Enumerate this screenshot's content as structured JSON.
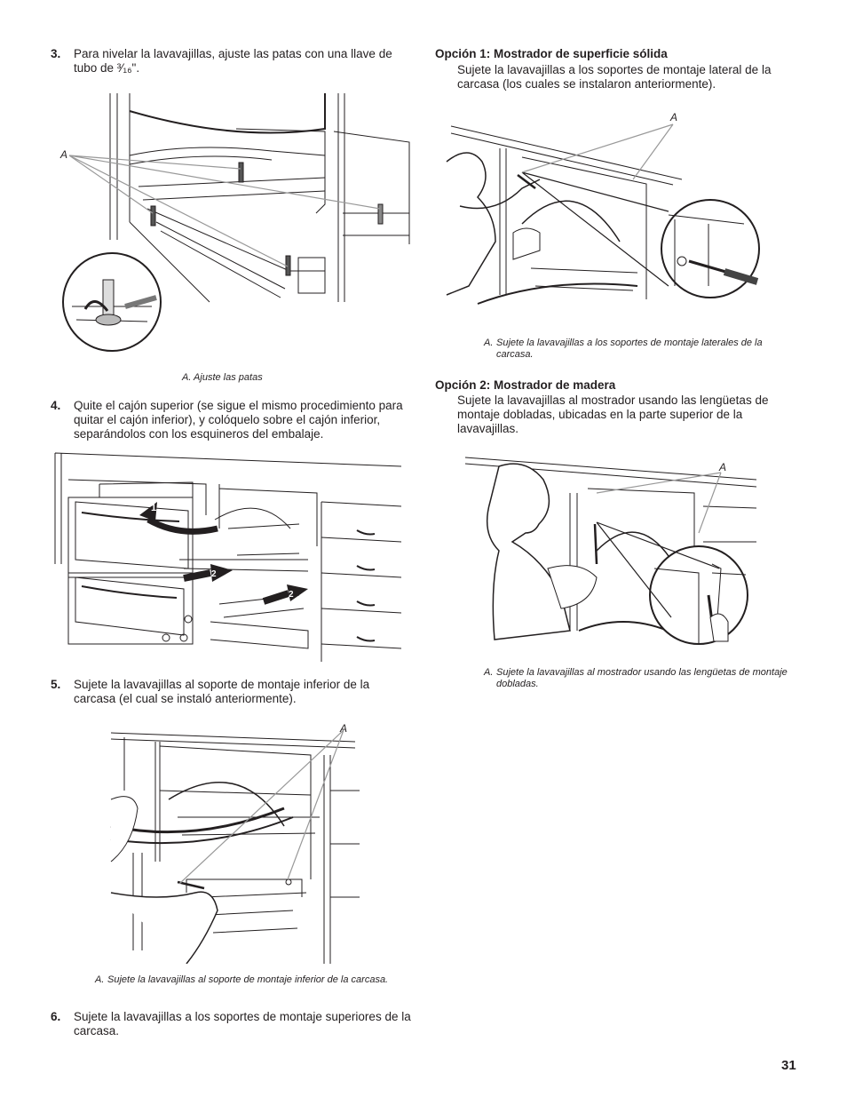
{
  "left": {
    "step3": {
      "num": "3.",
      "text": "Para nivelar la lavavajillas, ajuste las patas con una llave de tubo de ³⁄₁₆\"."
    },
    "fig1": {
      "label": "A",
      "caption": "A. Ajuste las patas"
    },
    "step4": {
      "num": "4.",
      "text": "Quite el cajón superior (se sigue el mismo procedimiento para quitar el cajón inferior), y colóquelo sobre el cajón inferior, separándolos con los esquineros del embalaje."
    },
    "fig2": {
      "arrow1": "1",
      "arrow2a": "2",
      "arrow2b": "2"
    },
    "step5": {
      "num": "5.",
      "text": "Sujete la lavavajillas al soporte de montaje inferior de la carcasa (el cual se instaló anteriormente)."
    },
    "fig3": {
      "label": "A",
      "caption_letter": "A.",
      "caption": "Sujete la lavavajillas al soporte de montaje inferior de la carcasa."
    },
    "step6": {
      "num": "6.",
      "text": "Sujete la lavavajillas a los soportes de montaje superiores de la carcasa."
    }
  },
  "right": {
    "option1": {
      "heading": "Opción 1: Mostrador de superficie sólida",
      "text": "Sujete la lavavajillas a los soportes de montaje lateral de la carcasa (los cuales se instalaron anteriormente).",
      "label": "A",
      "caption_letter": "A.",
      "caption": "Sujete la lavavajillas a los soportes de montaje laterales de la carcasa."
    },
    "option2": {
      "heading": "Opción 2: Mostrador de madera",
      "text": "Sujete la lavavajillas al mostrador usando las lengüetas de montaje dobladas, ubicadas en la parte superior de la lavavajillas.",
      "label": "A",
      "caption_letter": "A.",
      "caption": "Sujete la lavavajillas al mostrador usando las lengüetas de montaje dobladas."
    }
  },
  "page_number": "31"
}
